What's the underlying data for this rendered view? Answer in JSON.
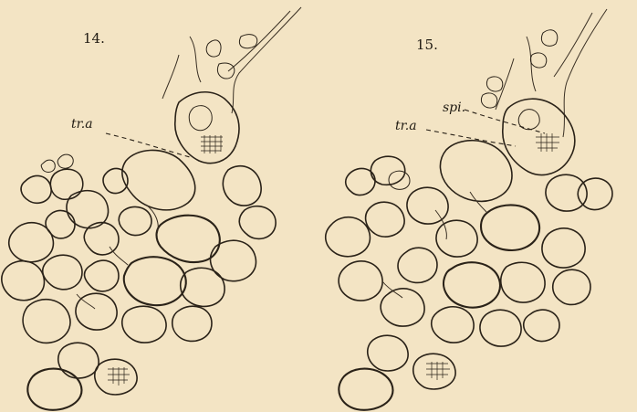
{
  "plate": {
    "figures": [
      {
        "number": "14.",
        "labels": [
          "tr.a"
        ]
      },
      {
        "number": "15.",
        "labels": [
          "spi.",
          "tr.a"
        ]
      }
    ]
  }
}
